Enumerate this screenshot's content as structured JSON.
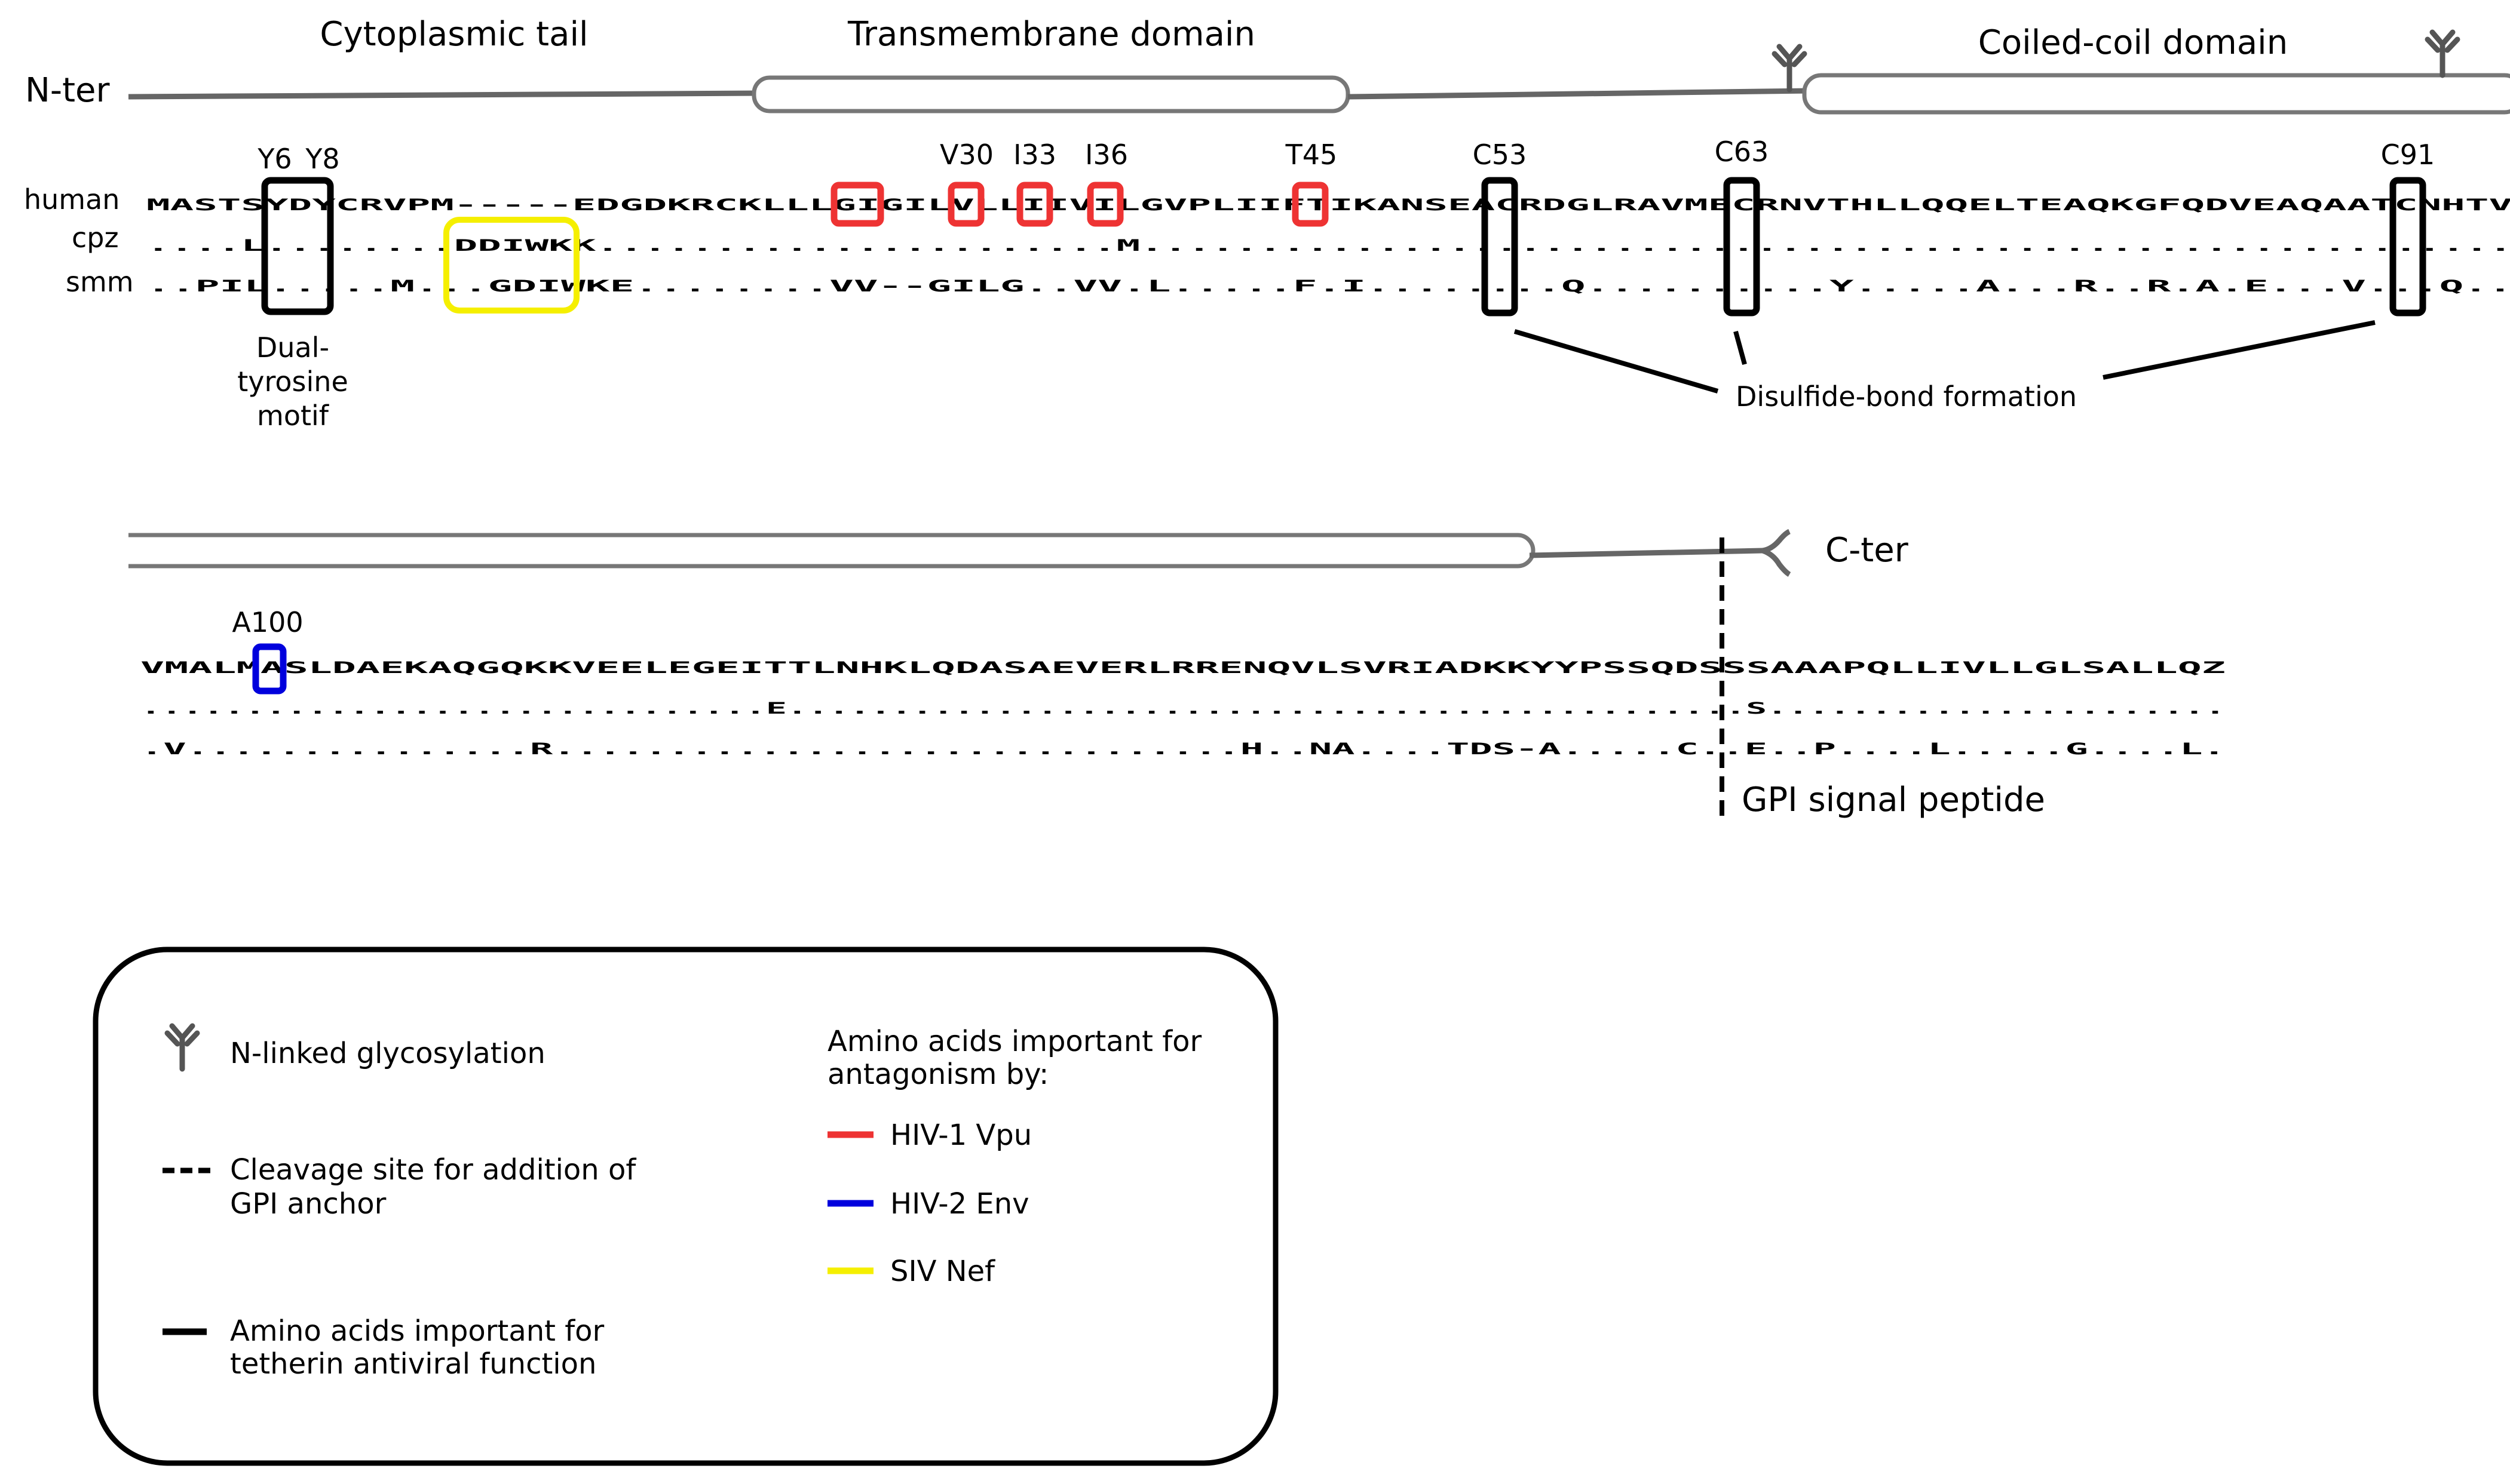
{
  "colors": {
    "hiv1_vpu": "#ee3333",
    "hiv2_env": "#0000dd",
    "siv_nef": "#f5ef00",
    "tetherin": "#000000",
    "backbone": "#666666"
  },
  "domains": {
    "n_ter": "N-ter",
    "cytoplasmic_tail": "Cytoplasmic tail",
    "transmembrane_domain": "Transmembrane domain",
    "coiled_coil_domain": "Coiled-coil domain",
    "c_ter": "C-ter"
  },
  "species": [
    "human",
    "cpz",
    "smm"
  ],
  "row1": {
    "human": "MASTSYDYCRVPM-----EDGDKRCKLLLGIGILVLLIIVILGVPLIIFTIKANSEACRDGLRAVMECRNVTHLLQQELTEAQKGFQDVEAQAATCNHTV",
    "cpz": "....L........DDIWKK......................M..........................................................",
    "smm": "..PIL.....M...GDIWKE........VV--GILG..VV.L.....F.I........Q..........Y.....A...R..R.A.E...V...Q.."
  },
  "row2": {
    "human": "VMALMASLDAEKAQGQKKVEELEGEITTLNHKLQDASAEVERLRRENQVLSVRIADKKYYPSSQDSSSAAAPQLLIVLLGLSALLQZ",
    "cpz": "..............................E..............................................S......................",
    "smm": ".V...............R..............................H..NA....TDS-A.....C..E..P....L.....G....L."
  },
  "residues": {
    "y6": "Y6",
    "y8": "Y8",
    "v30": "V30",
    "i33": "I33",
    "i36": "I36",
    "t45": "T45",
    "c53": "C53",
    "c63": "C63",
    "c91": "C91",
    "a100": "A100"
  },
  "annotations": {
    "dual_tyrosine": [
      "Dual-",
      "tyrosine",
      "motif"
    ],
    "disulfide": "Disulfide-bond formation",
    "gpi_signal": "GPI signal peptide"
  },
  "legend": {
    "glycosylation": "N-linked glycosylation",
    "cleavage": [
      "Cleavage site for addition of",
      "GPI anchor"
    ],
    "tetherin": [
      "Amino acids important for",
      "tetherin antiviral function"
    ],
    "antagonism_title": [
      "Amino acids important for",
      "antagonism by:"
    ],
    "hiv1_vpu": "HIV-1 Vpu",
    "hiv2_env": "HIV-2 Env",
    "siv_nef": "SIV Nef"
  }
}
